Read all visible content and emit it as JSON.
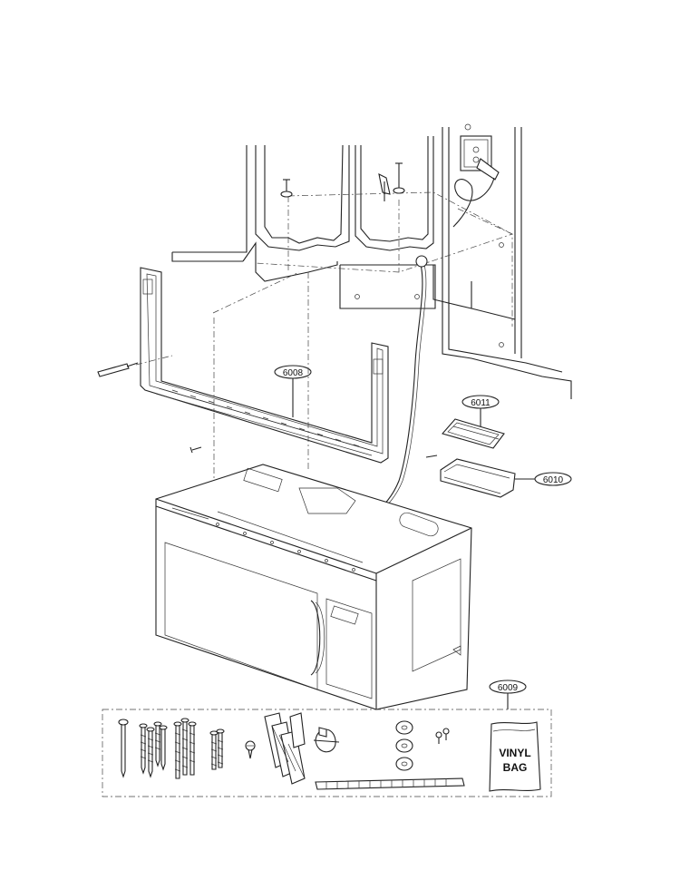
{
  "callouts": {
    "bracket": "6008",
    "bag": "6009",
    "duct_adapter": "6010",
    "damper": "6011"
  },
  "bag_label": {
    "line1": "VINYL",
    "line2": "BAG"
  }
}
